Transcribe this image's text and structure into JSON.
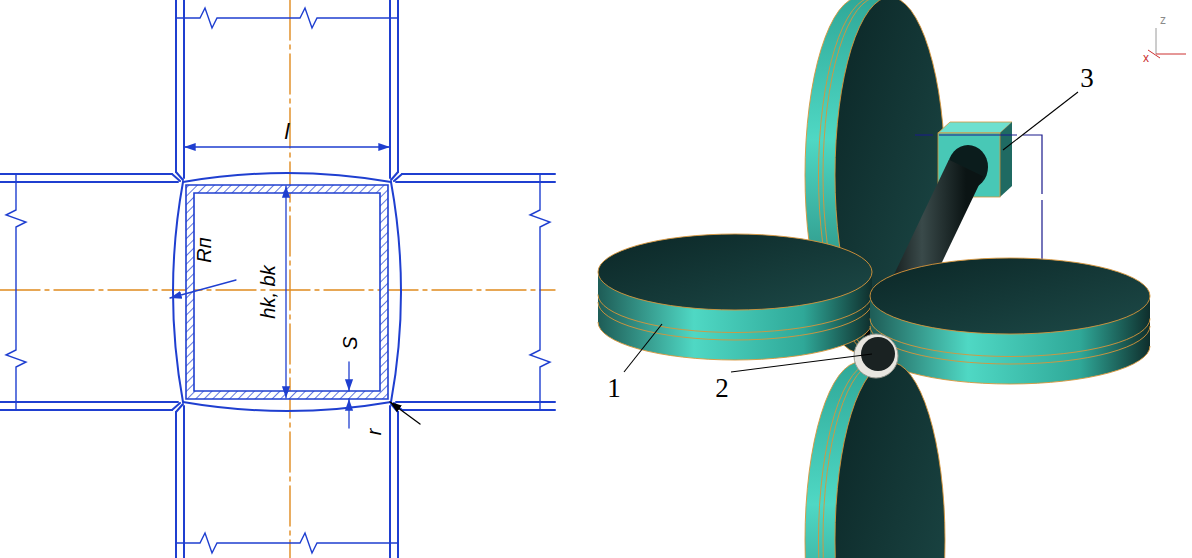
{
  "diagram": {
    "labels": [
      "l",
      "hk, bk",
      "Rп",
      "S",
      "r",
      "1",
      "2",
      "3",
      "z",
      "x"
    ]
  }
}
